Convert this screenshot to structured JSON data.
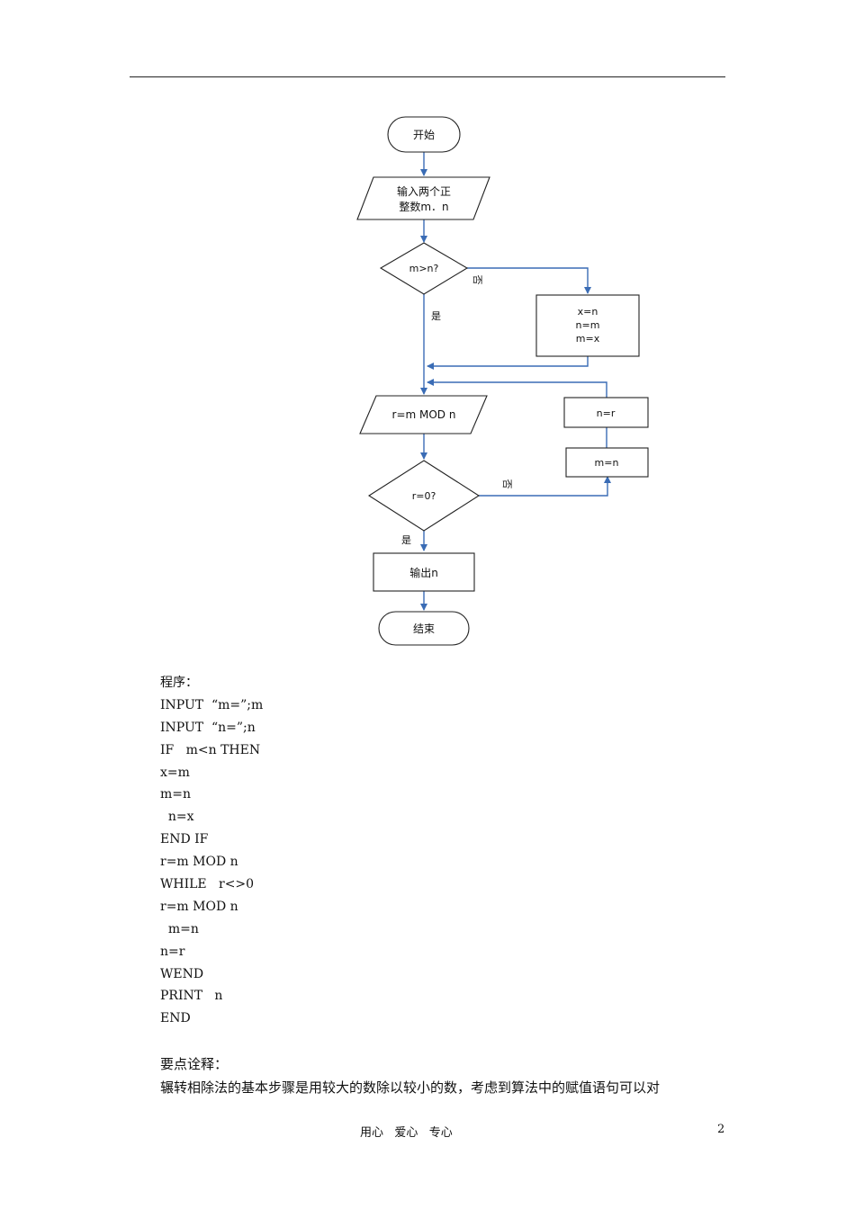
{
  "flowchart": {
    "start": "开始",
    "input_line1": "输入两个正",
    "input_line2": "整数m．n",
    "cond1": "m>n?",
    "yes1": "是",
    "no1": "否",
    "swap": [
      "x=n",
      "n=m",
      "m=x"
    ],
    "mod": "r=m MOD n",
    "cond2": "r=0?",
    "yes2": "是",
    "no2": "否",
    "assign_n": "n=r",
    "assign_m": "m=n",
    "output": "输出n",
    "end": "结束"
  },
  "program": {
    "heading": "程序：",
    "lines": [
      "INPUT  “m=”;m",
      "INPUT  “n=”;n",
      "IF   m<n THEN",
      "x=m",
      "m=n",
      "  n=x",
      "END IF",
      "r=m MOD n",
      "WHILE   r<>0",
      "r=m MOD n",
      "  m=n",
      "n=r",
      "WEND",
      "PRINT   n",
      "END"
    ]
  },
  "notes": {
    "heading": "要点诠释：",
    "text": "辗转相除法的基本步骤是用较大的数除以较小的数，考虑到算法中的赋值语句可以对"
  },
  "footer": {
    "motto": "用心   爱心   专心",
    "page": "2"
  }
}
